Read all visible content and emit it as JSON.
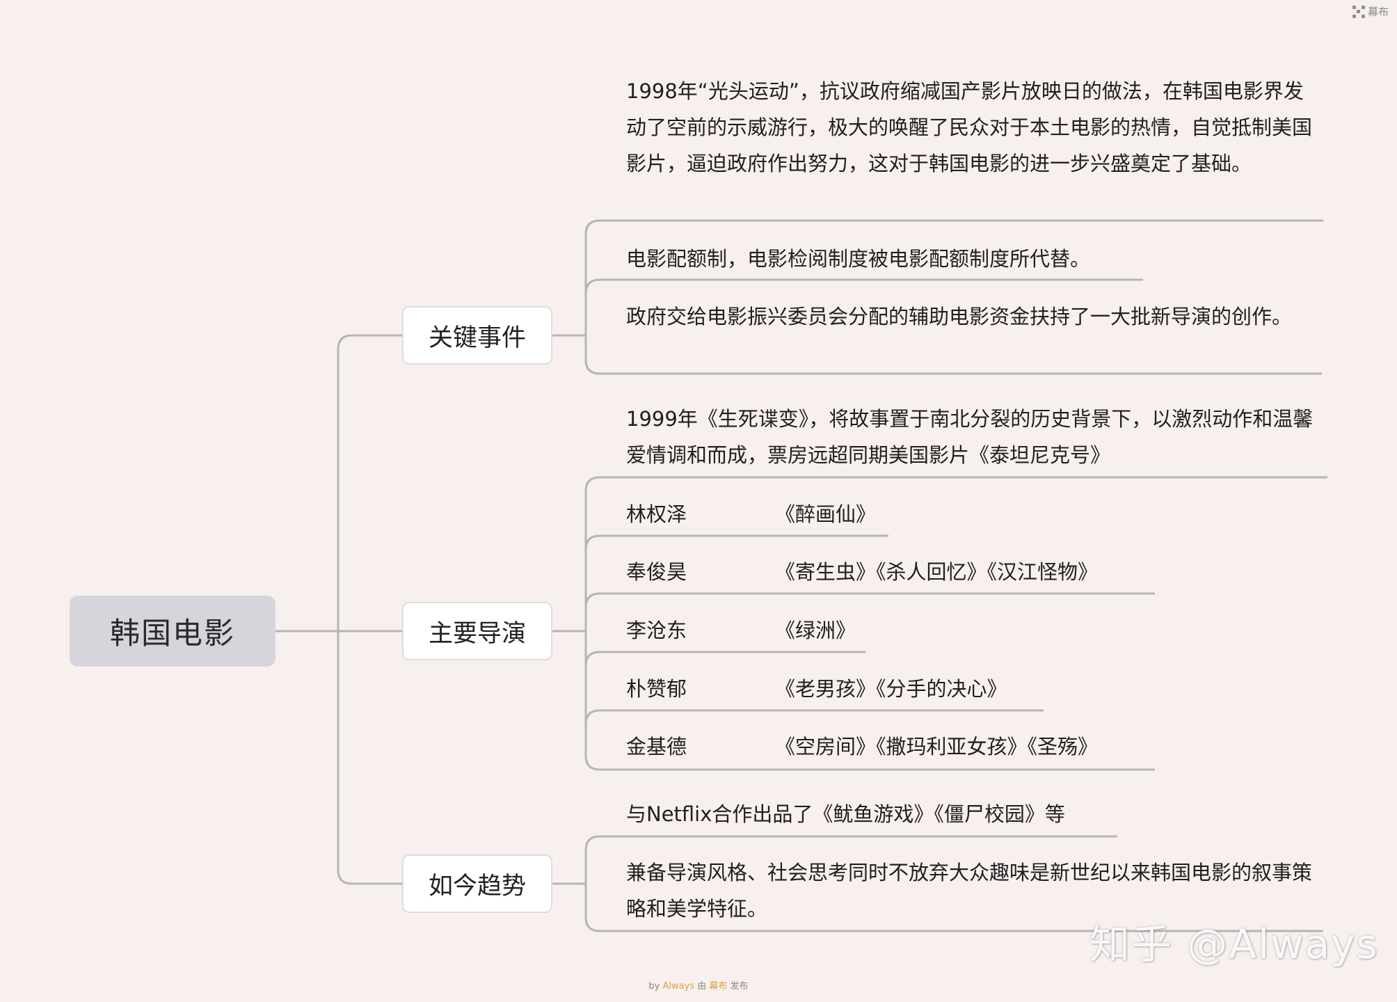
{
  "app": {
    "brand": "幕布"
  },
  "root": {
    "label": "韩国电影"
  },
  "branches": {
    "events": {
      "label": "关键事件",
      "items": [
        "1998年“光头运动”，抗议政府缩减国产影片放映日的做法，在韩国电影界发动了空前的示威游行，极大的唤醒了民众对于本土电影的热情，自觉抵制美国影片，逼迫政府作出努力，这对于韩国电影的进一步兴盛奠定了基础。",
        "电影配额制，电影检阅制度被电影配额制度所代替。",
        "政府交给电影振兴委员会分配的辅助电影资金扶持了一大批新导演的创作。"
      ]
    },
    "directors": {
      "label": "主要导演",
      "intro": "1999年《生死谍变》，将故事置于南北分裂的历史背景下，以激烈动作和温馨爱情调和而成，票房远超同期美国影片《泰坦尼克号》",
      "list": [
        {
          "name": "林权泽",
          "films": "《醉画仙》"
        },
        {
          "name": "奉俊昊",
          "films": "《寄生虫》《杀人回忆》《汉江怪物》"
        },
        {
          "name": "李沧东",
          "films": "《绿洲》"
        },
        {
          "name": "朴赞郁",
          "films": "《老男孩》《分手的决心》"
        },
        {
          "name": "金基德",
          "films": "《空房间》《撒玛利亚女孩》《圣殇》"
        }
      ]
    },
    "trends": {
      "label": "如今趋势",
      "items": [
        "与Netflix合作出品了《鱿鱼游戏》《僵尸校园》等",
        "兼备导演风格、社会思考同时不放弃大众趣味是新世纪以来韩国电影的叙事策略和美学特征。"
      ]
    }
  },
  "footer": {
    "by": "by",
    "author": "Always",
    "via": "由",
    "brand": "幕布",
    "action": "发布"
  },
  "watermark": {
    "text": "知乎 @Always"
  }
}
